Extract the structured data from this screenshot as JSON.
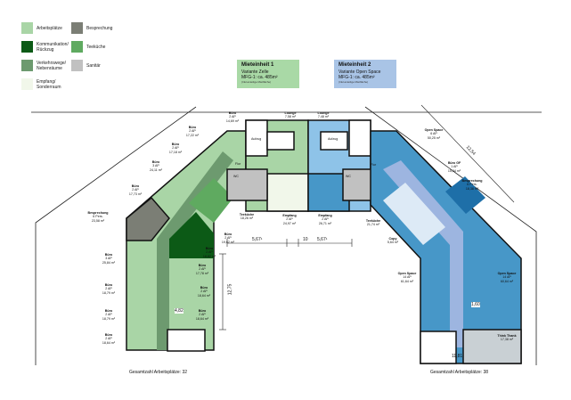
{
  "legend": [
    {
      "label": "Arbeitsplätze",
      "color": "#a9d5a6"
    },
    {
      "label": "Kommunikation/ Rückzug",
      "color": "#0c5a16"
    },
    {
      "label": "Verkehrswege/ Nebenräume",
      "color": "#6d9a6f"
    },
    {
      "label": "Empfang/ Sonderraum",
      "color": "#f1f7ea"
    },
    {
      "label": "Besprechung",
      "color": "#7b7e75"
    },
    {
      "label": "Teeküche",
      "color": "#5faa60"
    },
    {
      "label": "Sanitär",
      "color": "#c1c1c1"
    }
  ],
  "units": [
    {
      "title": "Mieteinheit 1",
      "line1": "Variante Zelle",
      "line2": "MFG-1: ca. 485m²",
      "note": "(Inkl.anteilige Mietfläche)",
      "color": "#a9d9a6"
    },
    {
      "title": "Mieteinheit 2",
      "line1": "Variante Open Space",
      "line2": "MFG-1: ca. 485m²",
      "note": "(Inkl.anteilige Mietfläche)",
      "color": "#a9c4e6"
    }
  ],
  "colors": {
    "green_light": "#a9d5a6",
    "green_corr": "#6d9a6f",
    "blue_room": "#4797c8",
    "blue_corr": "#9db5e0",
    "blue_light": "#8ec3e8",
    "grey": "#a9a9a9"
  },
  "rooms": [
    {
      "name": "Büro",
      "cap": "2 AP",
      "area": "14,69 m²"
    },
    {
      "name": "Büro",
      "cap": "2 AP",
      "area": "17,22 m²"
    },
    {
      "name": "Büro",
      "cap": "2 AP",
      "area": "17,18 m²"
    },
    {
      "name": "Büro",
      "cap": "3 AP",
      "area": "24,11 m²"
    },
    {
      "name": "Büro",
      "cap": "2 AP",
      "area": "17,73 m²"
    },
    {
      "name": "Besprechung",
      "cap": "6 Pers.",
      "area": "23,58 m²"
    },
    {
      "name": "Teeküche",
      "cap": "",
      "area": "18,26 m²"
    },
    {
      "name": "Büro",
      "cap": "2 AP",
      "area": "19,62 m²"
    },
    {
      "name": "Büro",
      "cap": "2 AP",
      "area": "18,82 m²"
    },
    {
      "name": "Büro",
      "cap": "2 AP",
      "area": "17,78 m²"
    },
    {
      "name": "Büro",
      "cap": "2 AP",
      "area": "18,64 m²"
    },
    {
      "name": "Büro",
      "cap": "2 AP",
      "area": "18,64 m²"
    },
    {
      "name": "Büro",
      "cap": "3 AP",
      "area": "25,84 m²"
    },
    {
      "name": "Büro",
      "cap": "2 AP",
      "area": "18,79 m²"
    },
    {
      "name": "Büro",
      "cap": "2 AP",
      "area": "18,79 m²"
    },
    {
      "name": "Büro",
      "cap": "2 AP",
      "area": "18,64 m²"
    },
    {
      "name": "Lounge",
      "cap": "",
      "area": "7,58 m²"
    },
    {
      "name": "Lounge",
      "cap": "",
      "area": "7,48 m²"
    },
    {
      "name": "Empfang",
      "cap": "2 AP",
      "area": "24,97 m²"
    },
    {
      "name": "Empfang",
      "cap": "2 AP",
      "area": "26,71 m²"
    },
    {
      "name": "Teeküche",
      "cap": "",
      "area": "21,74 m²"
    },
    {
      "name": "Copy",
      "cap": "",
      "area": "5,64 m²"
    },
    {
      "name": "Open Space",
      "cap": "6 AP",
      "area": "50,25 m²"
    },
    {
      "name": "Büro GF",
      "cap": "1 AP",
      "area": "15,34 m²"
    },
    {
      "name": "Besprechung",
      "cap": "6 Pers.",
      "area": "18,38 m²"
    },
    {
      "name": "Open Space",
      "cap": "14 AP",
      "area": "61,64 m²"
    },
    {
      "name": "Open Space",
      "cap": "14 AP",
      "area": "60,64 m²"
    },
    {
      "name": "Think Thank",
      "cap": "",
      "area": "17,38 m²"
    }
  ],
  "tags": {
    "aufzug": "Aufzug",
    "flur": "Flur",
    "wc": "WC"
  },
  "dims": {
    "d1": "5,67¹",
    "d2": "10",
    "d3": "5,67¹",
    "left_v": "12,75",
    "right_h": "11,81",
    "diag": "12,54",
    "w1": "4,82",
    "w2": "1,60"
  },
  "totals": {
    "left": "Gesamtzahl Arbeitsplätze: 32",
    "right": "Gesamtzahl Arbeitsplätze: 38"
  }
}
